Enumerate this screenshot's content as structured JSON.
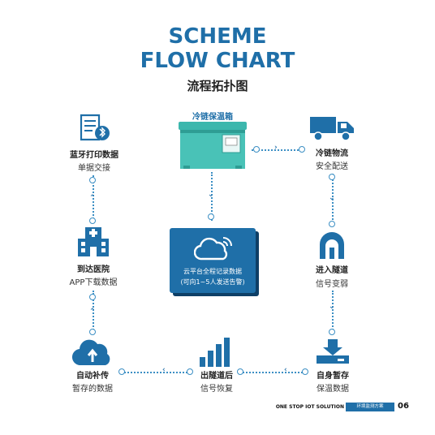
{
  "header": {
    "title_line1": "SCHEME",
    "title_line2": "FLOW CHART",
    "subtitle": "流程拓扑图"
  },
  "nodes": {
    "box": {
      "title": "冷链保温箱"
    },
    "truck": {
      "title": "冷链物流",
      "sub": "安全配送"
    },
    "printer": {
      "title": "蓝牙打印数据",
      "sub": "单据交接"
    },
    "hospital": {
      "title": "到达医院",
      "sub": "APP下载数据"
    },
    "tunnel_in": {
      "title": "进入隧道",
      "sub": "信号变弱"
    },
    "cloud_upload": {
      "title": "自动补传",
      "sub": "暂存的数据"
    },
    "tunnel_out": {
      "title": "出隧道后",
      "sub": "信号恢复"
    },
    "storage": {
      "title": "自身暂存",
      "sub": "保温数据"
    }
  },
  "cloud": {
    "line1": "云平台全程记录数据",
    "line2": "(可向1~5人发送告警)"
  },
  "footer": {
    "solution": "ONE STOP IOT SOLUTION",
    "badge": "环境监测方案",
    "page": "06"
  },
  "colors": {
    "accent": "#1f6fa8",
    "teal": "#3cb7ad",
    "dark": "#0e3f66"
  },
  "icons": [
    "bluetooth-receipt-icon",
    "cooler-box-icon",
    "truck-icon",
    "hospital-icon",
    "tunnel-icon",
    "cloud-upload-icon",
    "signal-bars-icon",
    "storage-tray-icon",
    "cloud-wifi-icon"
  ]
}
